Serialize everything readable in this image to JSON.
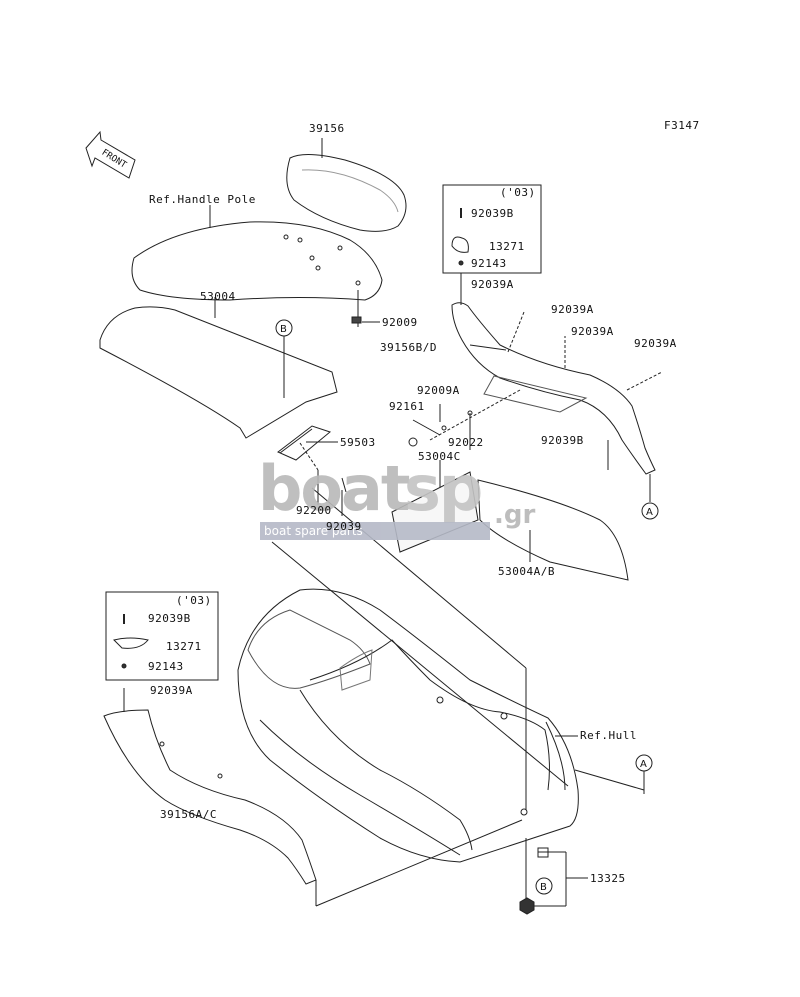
{
  "figure_code": "F3147",
  "front_badge": "FRONT",
  "watermark": {
    "brand_main": "boat",
    "brand_sp": "sp",
    "brand_tld": ".gr",
    "tagline": "boat spare parts",
    "color_gray": "#b9b9b9",
    "color_blue": "#2c3e8f"
  },
  "labels": {
    "p39156": "39156",
    "ref_handle_pole": "Ref.Handle Pole",
    "p53004": "53004",
    "p92009": "92009",
    "callout_b1": "B",
    "p59503": "59503",
    "p92200": "92200",
    "p92039": "92039",
    "box1_year": "('03)",
    "box1_92039B": "92039B",
    "box1_13271": "13271",
    "box1_92143": "92143",
    "p92039A_1": "92039A",
    "p92039A_2": "92039A",
    "p92039A_3": "92039A",
    "p92039A_4": "92039A",
    "p39156BD": "39156B/D",
    "p92009A": "92009A",
    "p92161": "92161",
    "p92022": "92022",
    "p53004C": "53004C",
    "p92039B": "92039B",
    "callout_a1": "A",
    "p53004AB": "53004A/B",
    "box2_year": "('03)",
    "box2_92039B": "92039B",
    "box2_13271": "13271",
    "box2_92143": "92143",
    "p92039A_5": "92039A",
    "p39156AC": "39156A/C",
    "ref_hull": "Ref.Hull",
    "callout_a2": "A",
    "callout_b2": "B",
    "p13325": "13325"
  }
}
